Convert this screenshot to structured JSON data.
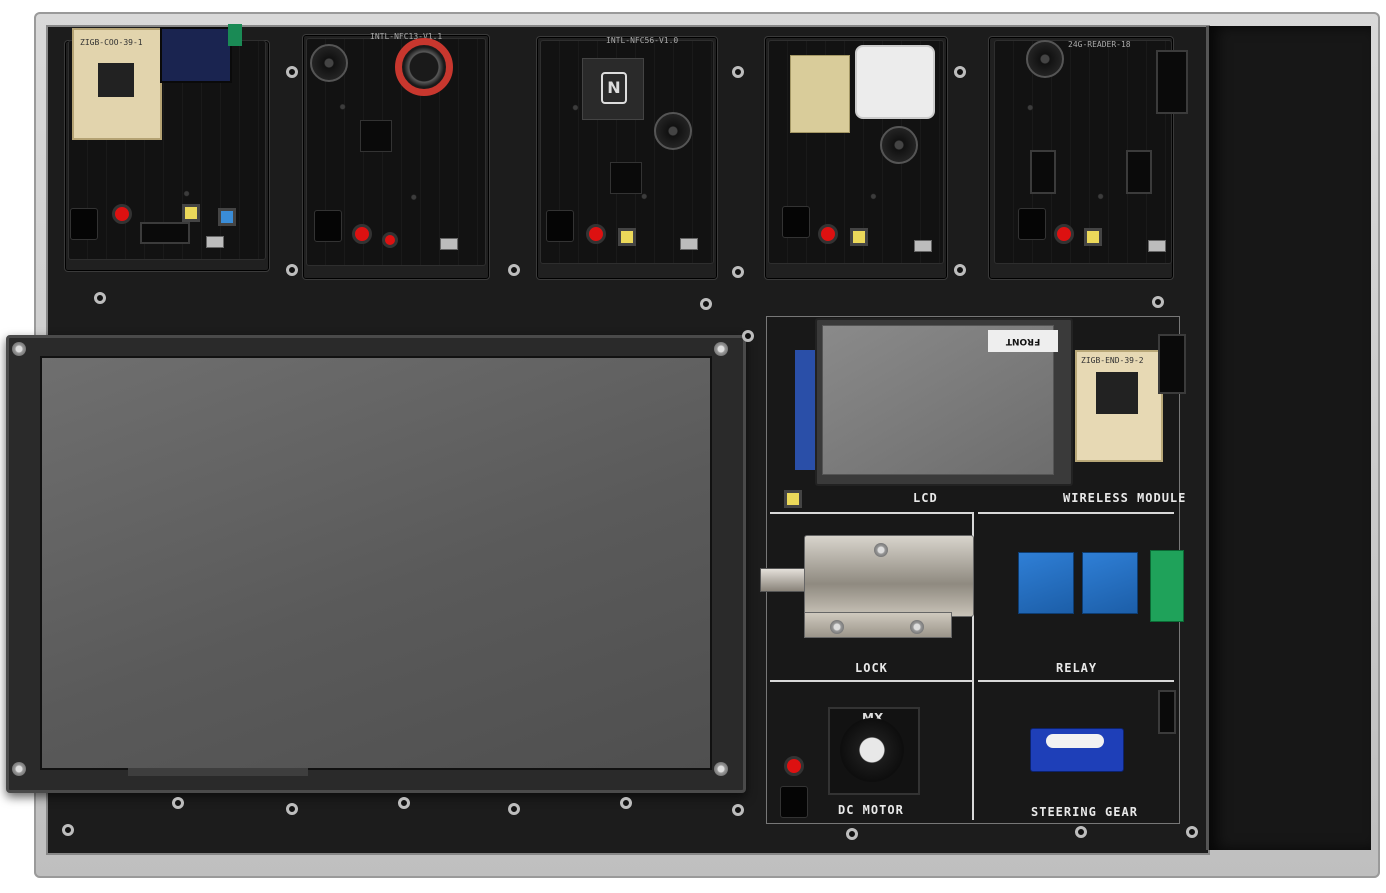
{
  "board": {
    "modules": [
      {
        "id": "zigbee-coordinator",
        "silkscreen": "ZIGB-COO-39-1"
      },
      {
        "id": "nfc-module",
        "silkscreen": "INTL-NFC13-V1.1"
      },
      {
        "id": "nfc-reader",
        "silkscreen": "INTL-NFC56-V1.0"
      },
      {
        "id": "gps-module",
        "silkscreen": ""
      },
      {
        "id": "reader-24g",
        "silkscreen": "24G-READER-18"
      }
    ],
    "zones": {
      "lcd": "LCD",
      "wireless": "WIRELESS MODULE",
      "lock": "LOCK",
      "relay": "RELAY",
      "dc_motor": "DC MOTOR",
      "steering_gear": "STEERING GEAR"
    },
    "lcd_sticker": "FRONT",
    "wireless_module_silkscreen": "ZIGB-END-39-2",
    "fan_brand": "MX",
    "nfc_symbol": "N"
  }
}
